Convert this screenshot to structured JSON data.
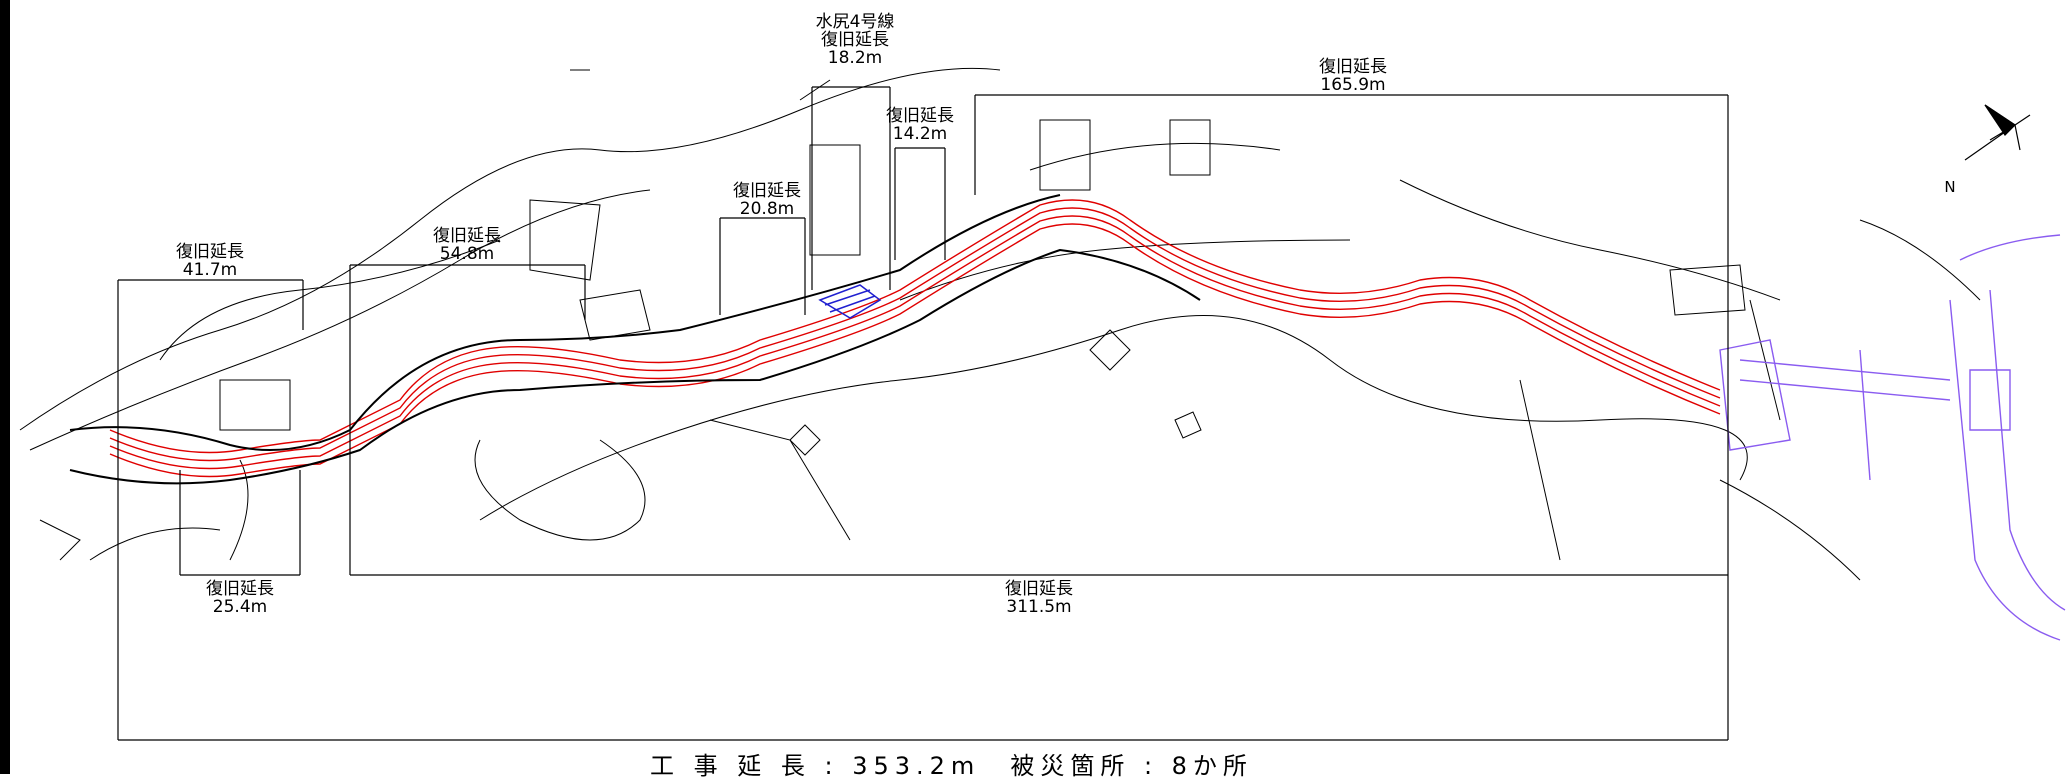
{
  "segments": [
    {
      "label": "復旧延長",
      "length": "41.7m"
    },
    {
      "label": "復旧延長",
      "length": "25.4m"
    },
    {
      "label": "復旧延長",
      "length": "54.8m"
    },
    {
      "label": "復旧延長",
      "length": "20.8m"
    },
    {
      "route": "水尻4号線",
      "label": "復旧延長",
      "length": "18.2m"
    },
    {
      "label": "復旧延長",
      "length": "14.2m"
    },
    {
      "label": "復旧延長",
      "length": "165.9m"
    },
    {
      "label": "復旧延長",
      "length": "311.5m"
    }
  ],
  "footer": {
    "text": "工 事 延 長 : 353.2m　被災箇所 : 8か所"
  },
  "compass": {
    "north": "N"
  },
  "colors": {
    "river": "#e00000",
    "intake": "#2020d0",
    "weir": "#8a5cf0",
    "line": "#000000"
  }
}
